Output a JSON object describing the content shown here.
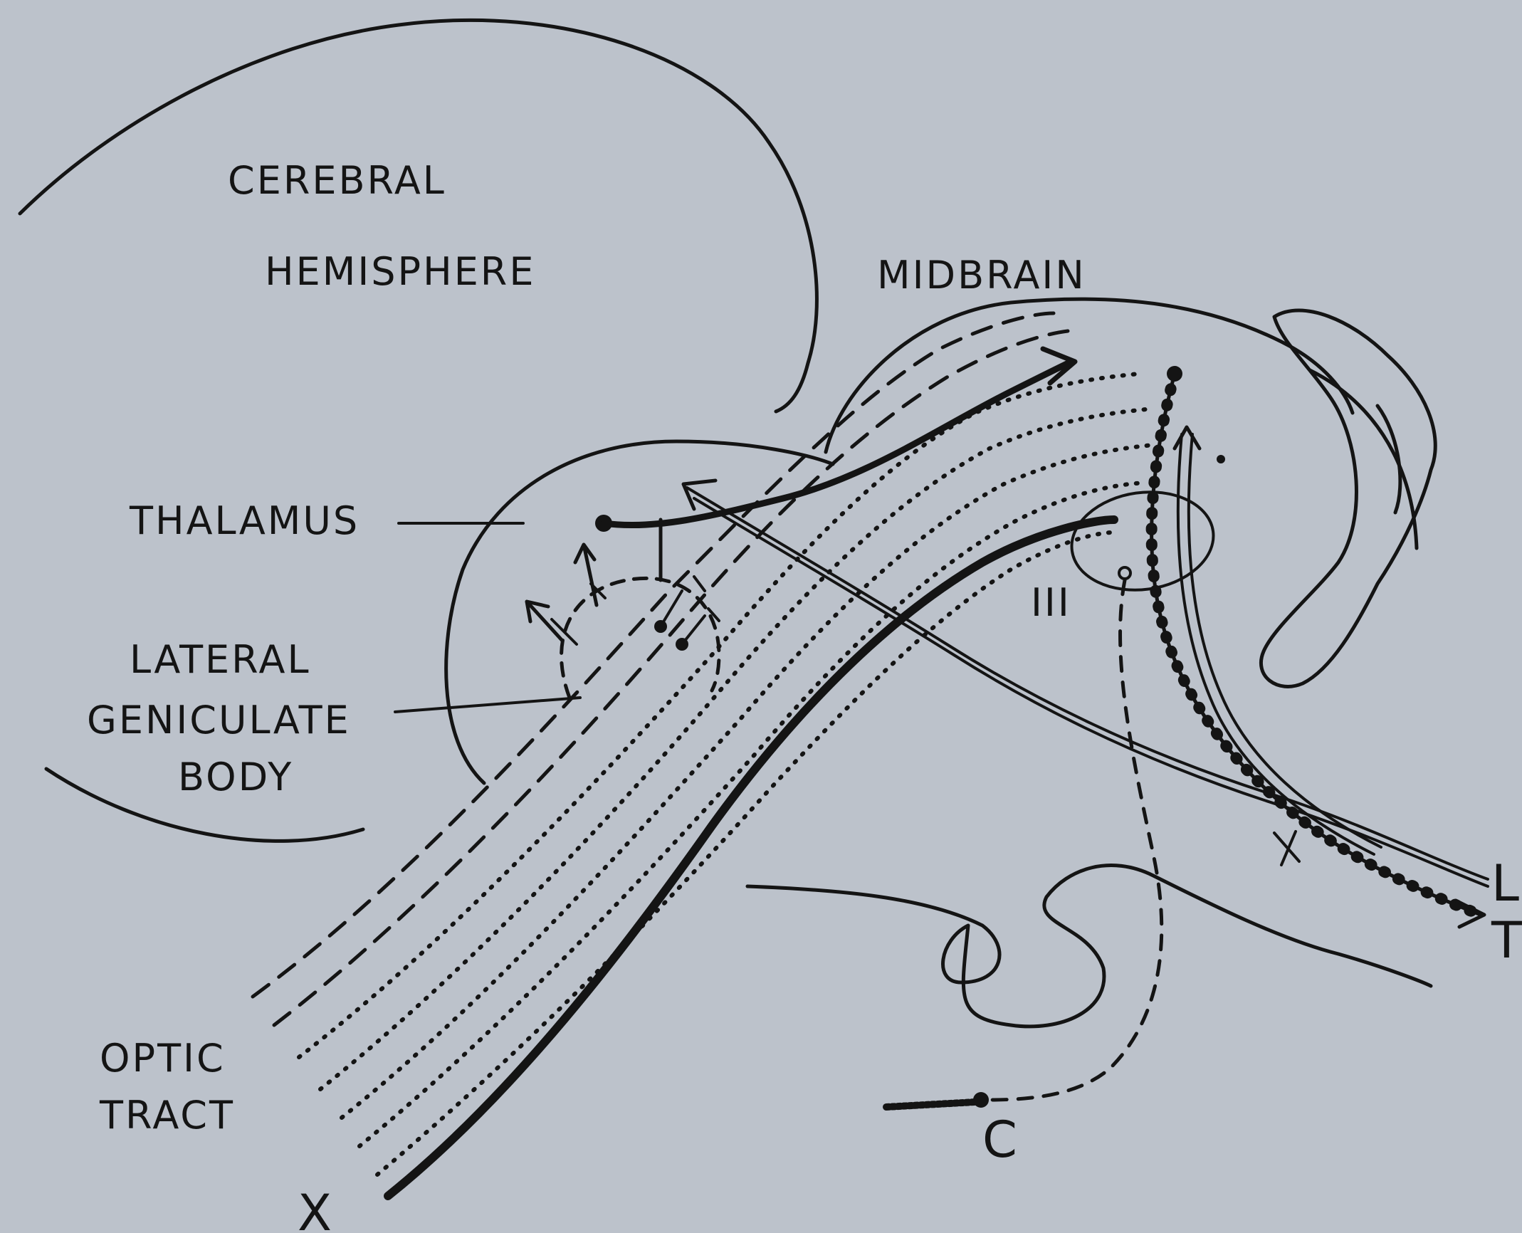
{
  "diagram": {
    "labels": {
      "cerebral": "CEREBRAL",
      "hemisphere": "HEMISPHERE",
      "midbrain": "MIDBRAIN",
      "thalamus": "THALAMUS",
      "lateral": "LATERAL",
      "geniculate": "GENICULATE",
      "body": "BODY",
      "optic": "OPTIC",
      "tract": "TRACT",
      "nerve3": "III",
      "c": "C",
      "l": "L",
      "t": "T",
      "x": "X"
    },
    "colors": {
      "paper": "#bcc2cb",
      "ink": "#141414"
    }
  }
}
